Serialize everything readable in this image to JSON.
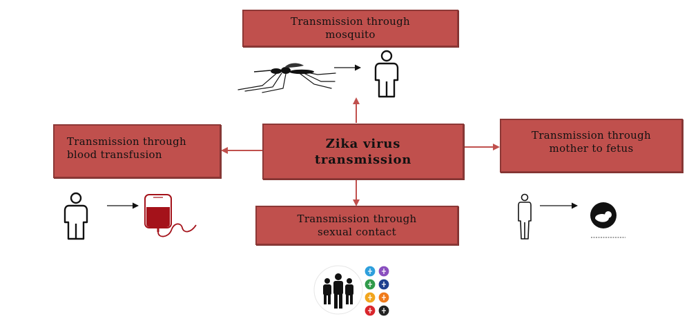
{
  "center": {
    "lines": [
      "Zika virus",
      "transmission"
    ]
  },
  "boxes": {
    "mosquito": {
      "lines": [
        "Transmission through",
        "mosquito"
      ]
    },
    "blood": {
      "lines": [
        "Transmission through",
        "blood transfusion"
      ]
    },
    "mother": {
      "lines": [
        "Transmission through",
        "mother to fetus"
      ]
    },
    "sexual": {
      "lines": [
        "Transmission through",
        "sexual contact"
      ]
    }
  },
  "colors": {
    "box_fill": "#c0504d",
    "box_border": "#8c3836",
    "connector": "#c0504d",
    "blood": "#a4121a"
  },
  "icons": [
    "mosquito-icon",
    "person-icon",
    "blood-bag-icon",
    "fetus-icon",
    "people-group-icon",
    "gender-symbols-icon"
  ]
}
